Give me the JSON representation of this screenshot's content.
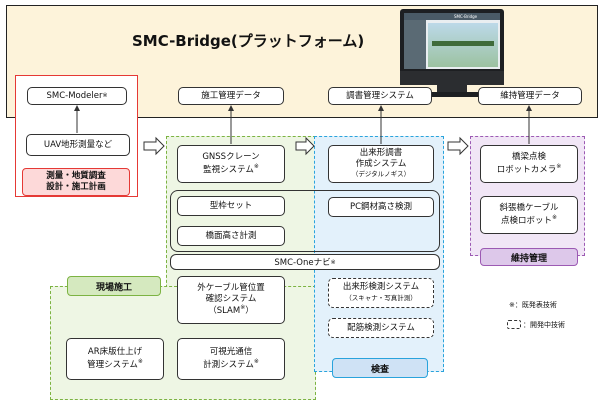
{
  "platform": {
    "title": "SMC-Bridge(プラットフォーム)",
    "monitor": {
      "brand": "SMC-Bridge"
    }
  },
  "top_boxes": {
    "smc_modeler": "SMC-Modeler",
    "smc_modeler_mark": "※",
    "construction_data": "施工管理データ",
    "survey_system": "調書管理システム",
    "maintenance_data": "維持管理データ"
  },
  "survey_column": {
    "uav": "UAV地形測量など",
    "planning": "測量・地質調査\n設計・施工計画"
  },
  "site_column": {
    "gnss": "GNSSクレーン\n監視システム",
    "gnss_mark": "※",
    "formwork": "型枠セット",
    "deck_height": "橋面高さ計測",
    "cable_ext": "外ケーブル管位置\n確認システム",
    "slam": "（SLAM",
    "slam_mark": "※",
    "slam_close": "）",
    "ar_deck": "AR床版仕上げ\n管理システム",
    "ar_mark": "※",
    "vlc": "可視光通信\n計測システム",
    "vlc_mark": "※",
    "label": "現場施工"
  },
  "inspection_column": {
    "as_built": "出来形調書\n作成システム",
    "as_built_sub": "（デジタルノギス）",
    "pc_rebar": "PC鋼材高さ検測",
    "shape_measure": "出来形検測システム",
    "shape_measure_sub": "（スキャナ・写真計測）",
    "rebar_inspect": "配筋検測システム",
    "label": "検査"
  },
  "navi": {
    "label": "SMC-Oneナビ",
    "mark": "※"
  },
  "maintenance_column": {
    "bridge_robot": "橋梁点検\nロボットカメラ",
    "bridge_robot_mark": "※",
    "cable_robot": "斜張橋ケーブル\n点検ロボット",
    "cable_robot_mark": "※",
    "label": "維持管理"
  },
  "legend": {
    "existing_mark": "※",
    "existing": "：既発表技術",
    "developing": "：開発中技術"
  },
  "colors": {
    "platform_fill": "#fdf3da",
    "survey_border": "#e53935",
    "survey_label_fill": "#fdd9d9",
    "site_fill": "#eef6e4",
    "site_border": "#7cb342",
    "site_label_fill": "#d5e9bf",
    "inspection_fill": "#e3f1fb",
    "inspection_border": "#29a3dc",
    "inspection_label_fill": "#cfe2f5",
    "maint_fill": "#f1e6f6",
    "maint_border": "#9c5ab3",
    "maint_label_fill": "#ddc8ea"
  }
}
